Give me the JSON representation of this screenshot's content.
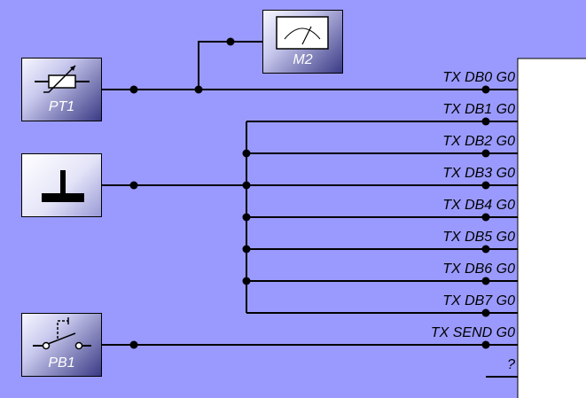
{
  "components": {
    "pt1": {
      "label": "PT1",
      "icon": "thermistor-icon"
    },
    "m2": {
      "label": "M2",
      "icon": "meter-icon"
    },
    "pb1": {
      "label": "PB1",
      "icon": "pushbutton-icon"
    },
    "data_source": {
      "icon": "ground-tee-icon"
    }
  },
  "device": {
    "pins": [
      "TX DB0 G0",
      "TX DB1 G0",
      "TX DB2 G0",
      "TX DB3 G0",
      "TX DB4 G0",
      "TX DB5 G0",
      "TX DB6 G0",
      "TX DB7 G0",
      "TX SEND G0",
      "?"
    ]
  },
  "colors": {
    "background": "#9a9afe",
    "wire": "#000000",
    "block_dark": "#3a3a86"
  }
}
